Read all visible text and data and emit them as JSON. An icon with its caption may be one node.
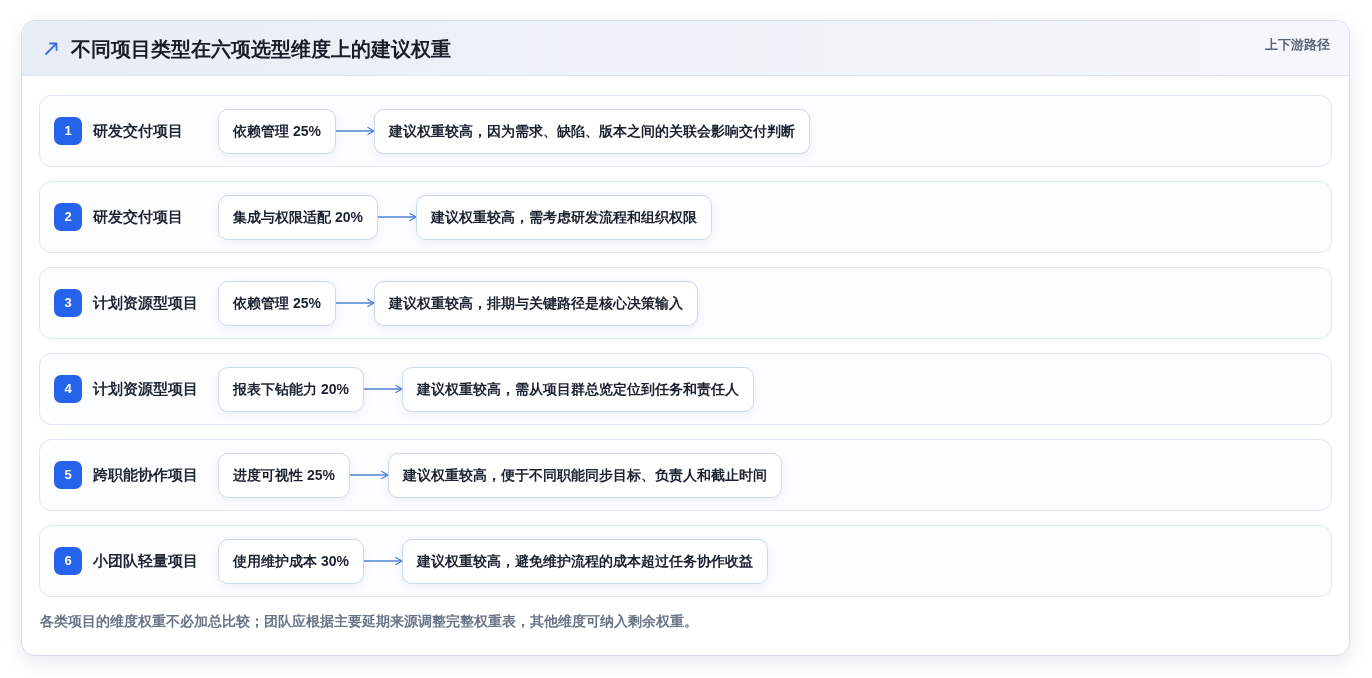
{
  "diagram": {
    "title": "不同项目类型在六项选型维度上的建议权重",
    "caption": "各类项目的维度权重不必加总比较；团队应根据主要延期来源调整完整权重表，其他维度可纳入剩余权重。",
    "nodes": [
      {
        "text": [
          "研发交付项目"
        ]
      },
      {
        "text": [
          "1"
        ],
        "in": 0
      },
      {
        "text": [
          "依赖管理 **25%**"
        ],
        "in": 0
      },
      {
        "text": [
          "建议权重较高，因为需求、缺陷、版本之间的关联会影响交付判断"
        ],
        "in": 0
      },
      {
        "text": [
          "研发交付项目"
        ]
      },
      {
        "text": [
          "2"
        ],
        "in": 4
      },
      {
        "text": [
          "集成与权限适配 **20%**"
        ],
        "in": 4
      },
      {
        "text": [
          "建议权重较高，需考虑研发流程和组织权限"
        ],
        "in": 4
      },
      {
        "text": [
          "计划资源型项目"
        ]
      },
      {
        "text": [
          "3"
        ],
        "in": 8
      },
      {
        "text": [
          "依赖管理 **25%**"
        ],
        "in": 8
      },
      {
        "text": [
          "建议权重较高，排期与关键路径是核心决策输入"
        ],
        "in": 8
      },
      {
        "text": [
          "计划资源型项目"
        ]
      },
      {
        "text": [
          "4"
        ],
        "in": 12
      },
      {
        "text": [
          "报表下钻能力 **20%**"
        ],
        "in": 12
      },
      {
        "text": [
          "建议权重较高，需从项目群总览定位到任务和责任人"
        ],
        "in": 12
      },
      {
        "text": [
          "跨职能协作项目"
        ]
      },
      {
        "text": [
          "5"
        ],
        "in": 16
      },
      {
        "text": [
          "进度可视性 **25%**"
        ],
        "in": 16
      },
      {
        "text": [
          "建议权重较高，便于不同职能同步目标、负责人和截止时间"
        ],
        "in": 16
      },
      {
        "text": [
          "小团队轻量项目"
        ]
      },
      {
        "text": [
          "6"
        ],
        "in": 20
      },
      {
        "text": [
          "使用维护成本 **30%**"
        ],
        "in": 20
      },
      {
        "text": [
          "建议权重较高，避免维护流程的成本超过任务协作收益"
        ],
        "in": 20
      }
    ],
    "edges": [
      {
        "from": 2,
        "to": 3,
        "arrow": "to"
      },
      {
        "from": 6,
        "to": 7,
        "arrow": "to"
      },
      {
        "from": 10,
        "to": 11,
        "arrow": "to"
      },
      {
        "from": 14,
        "to": 15,
        "arrow": "to"
      },
      {
        "from": 18,
        "to": 19,
        "arrow": "to"
      },
      {
        "from": 22,
        "to": 23,
        "arrow": "to"
      }
    ],
    "labels": [
      "上下游路径"
    ]
  }
}
